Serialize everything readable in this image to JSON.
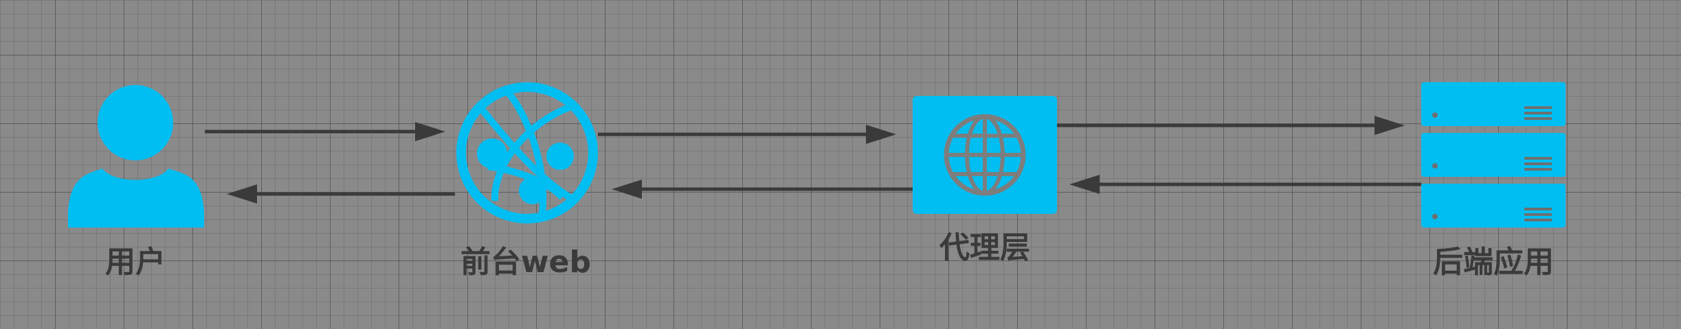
{
  "colors": {
    "background": "#8a8a8a",
    "node_fill": "#00bef2",
    "arrow": "#3a3a3a",
    "label": "#3a3a3a"
  },
  "nodes": {
    "user": {
      "label": "用户",
      "icon": "user-icon"
    },
    "web": {
      "label": "前台web",
      "icon": "web-globe-icon"
    },
    "proxy": {
      "label": "代理层",
      "icon": "globe-icon"
    },
    "backend": {
      "label": "后端应用",
      "icon": "server-stack-icon"
    }
  },
  "edges": [
    {
      "from": "user",
      "to": "web"
    },
    {
      "from": "web",
      "to": "user"
    },
    {
      "from": "web",
      "to": "proxy"
    },
    {
      "from": "proxy",
      "to": "web"
    },
    {
      "from": "proxy",
      "to": "backend"
    },
    {
      "from": "backend",
      "to": "proxy"
    }
  ]
}
